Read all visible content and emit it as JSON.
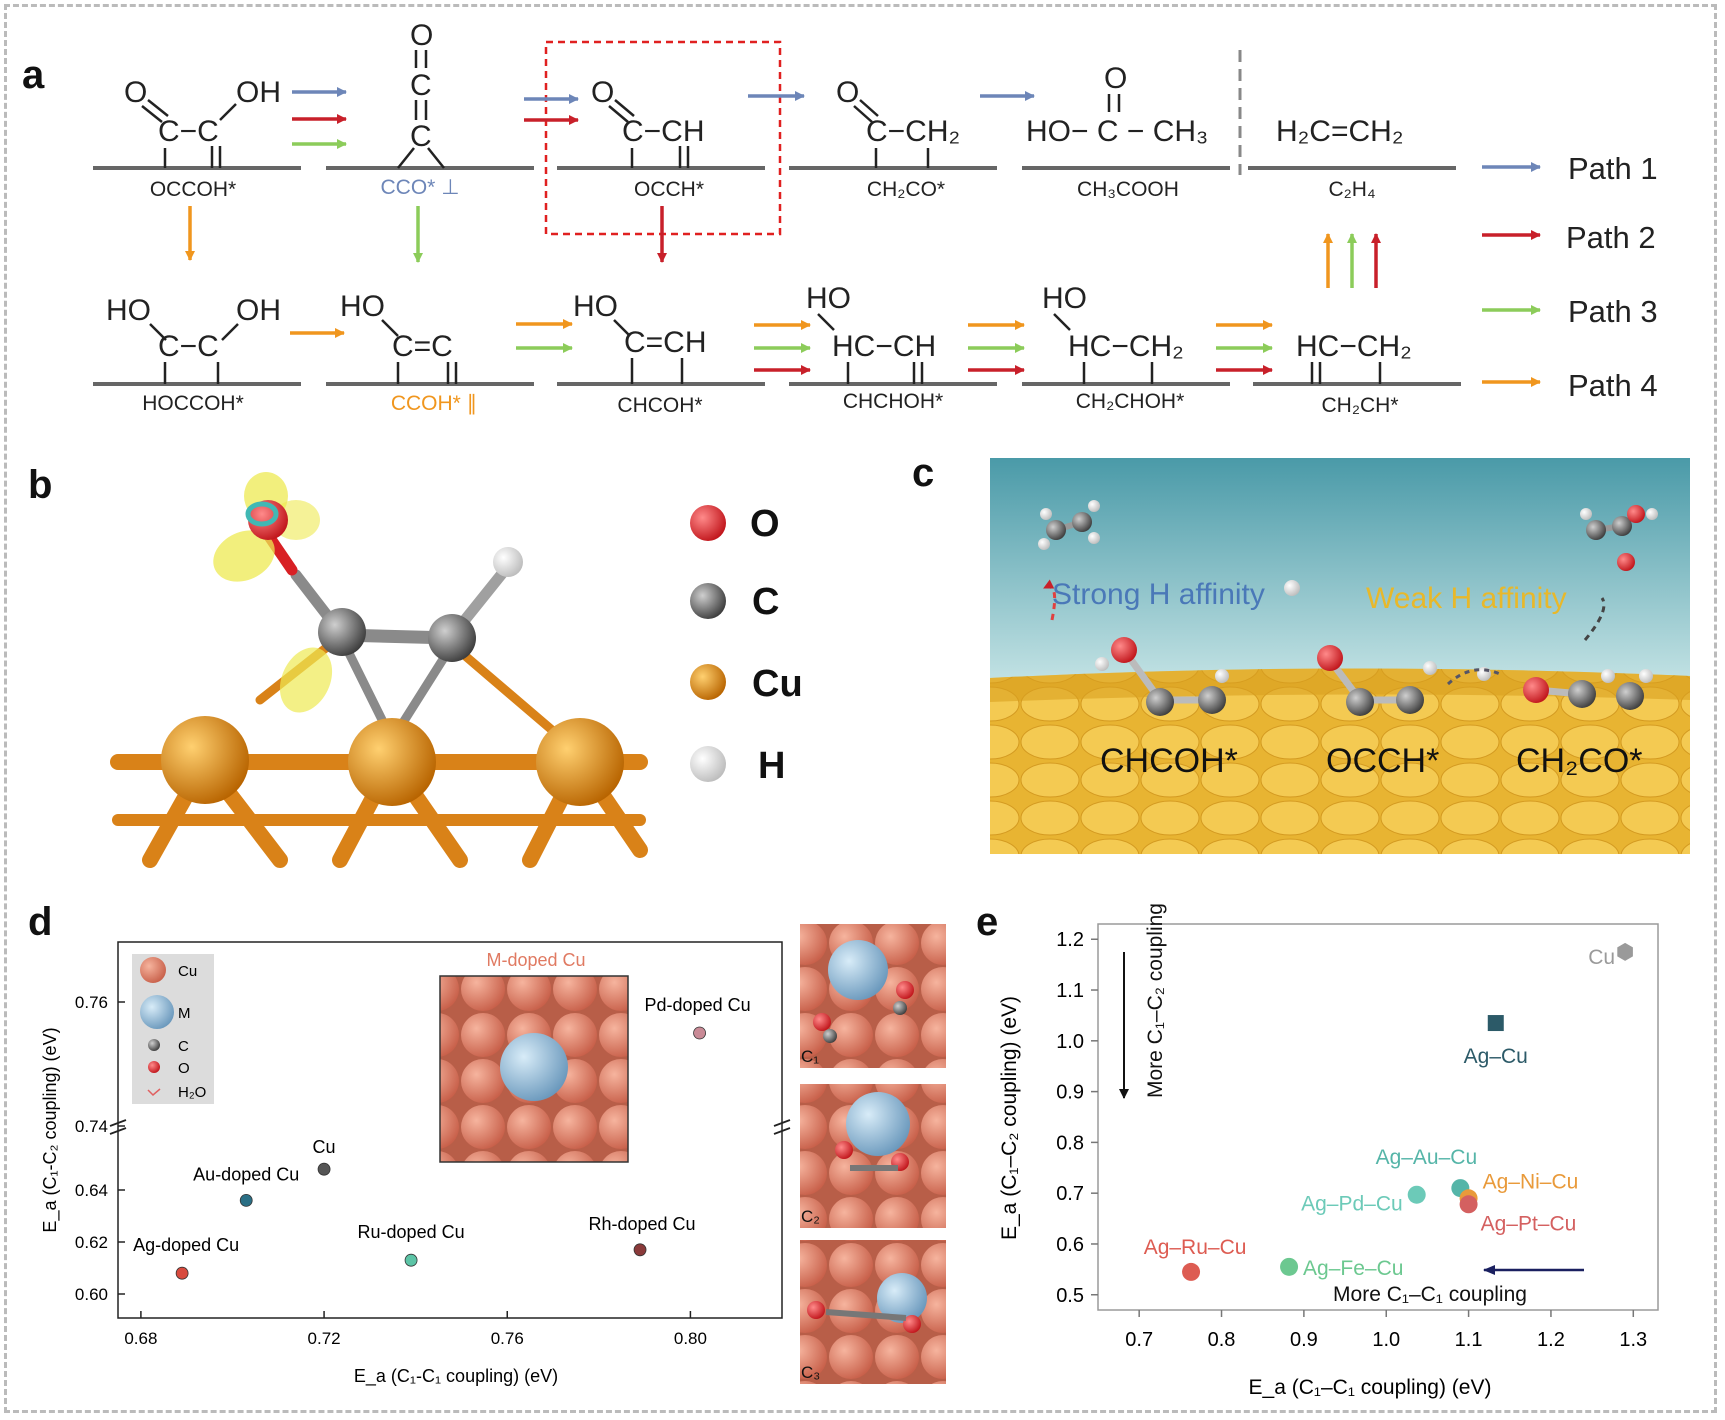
{
  "panel_labels": {
    "a": "a",
    "b": "b",
    "c": "c",
    "d": "d",
    "e": "e"
  },
  "colors": {
    "path1": "#6d86b8",
    "path2": "#c8202a",
    "path3": "#8ccc5a",
    "path4": "#f0961e",
    "cu_atom": "#e98a6c",
    "m_atom": "#8eb6d6",
    "cu_orange": "#e08a18",
    "teal": "#55b5a8"
  },
  "panel_a": {
    "top_row": [
      {
        "label": "OCCOH*"
      },
      {
        "label": "CCO* ⊥"
      },
      {
        "label": "OCCH*"
      },
      {
        "label": "CH₂CO*"
      },
      {
        "label": "CH₃COOH"
      },
      {
        "label": "C₂H₄"
      }
    ],
    "bottom_row": [
      {
        "label": "HOCCOH*"
      },
      {
        "label": "CCOH* ∥"
      },
      {
        "label": "CHCOH*"
      },
      {
        "label": "CHCHOH*"
      },
      {
        "label": "CH₂CHOH*"
      },
      {
        "label": "CH₂CH*"
      }
    ],
    "structure_text": {
      "s1_o": "O",
      "s1_oh": "OH",
      "s1_cc": "C−C",
      "s2_o": "O",
      "s2_c1": "C",
      "s2_c2": "C",
      "s3_o": "O",
      "s3_cch": "C−CH",
      "s4_o": "O",
      "s4_cch2": "C−CH₂",
      "s5_o": "O",
      "s5_main": "HO− C − CH₃",
      "s6_main": "H₂C=CH₂",
      "b1_ho": "HO",
      "b1_oh": "OH",
      "b1_cc": "C−C",
      "b2_ho": "HO",
      "b2_cc": "C=C",
      "b3_ho": "HO",
      "b3_c": "C=CH",
      "b4_ho": "HO",
      "b4_c": "HC−CH",
      "b5_ho": "HO",
      "b5_c": "HC−CH₂",
      "b6_c": "HC−CH₂"
    },
    "legend": [
      {
        "label": "Path 1",
        "color": "#6d86b8"
      },
      {
        "label": "Path 2",
        "color": "#c8202a"
      },
      {
        "label": "Path 3",
        "color": "#8ccc5a"
      },
      {
        "label": "Path 4",
        "color": "#f0961e"
      }
    ]
  },
  "panel_b": {
    "legend": [
      {
        "label": "O",
        "color": "#e0222a"
      },
      {
        "label": "C",
        "color": "#555555"
      },
      {
        "label": "Cu",
        "color": "#e08a18"
      },
      {
        "label": "H",
        "color": "#f2f2f2"
      }
    ]
  },
  "panel_c": {
    "strong": "Strong H affinity",
    "weak": "Weak H affinity",
    "species": [
      "CHCOH*",
      "OCCH*",
      "CH₂CO*"
    ]
  },
  "panel_d": {
    "inset_title": "M-doped Cu",
    "legend": [
      {
        "label": "Cu"
      },
      {
        "label": "M"
      },
      {
        "label": "C"
      },
      {
        "label": "O"
      },
      {
        "label": "H₂O"
      }
    ],
    "side_labels": [
      "C₁",
      "C₂",
      "C₃"
    ],
    "xlabel": "E_a (C₁-C₁ coupling) (eV)",
    "ylabel": "E_a (C₁-C₂ coupling) (eV)"
  },
  "panel_e": {
    "annot_vertical": "More C₁–C₂ coupling",
    "annot_horizontal": "More C₁–C₁ coupling"
  },
  "chart_data": [
    {
      "type": "scatter",
      "xlabel": "E_a (C₁-C₁ coupling) (eV)",
      "ylabel": "E_a (C₁-C₂ coupling) (eV)",
      "xlim": [
        0.675,
        0.82
      ],
      "x_ticks": [
        0.68,
        0.72,
        0.76,
        0.8
      ],
      "y_ticks_lower": [
        0.6,
        0.62,
        0.64
      ],
      "y_ticks_upper": [
        0.74,
        0.76
      ],
      "broken_y_axis": true,
      "points": [
        {
          "name": "Ag-doped Cu",
          "x": 0.689,
          "y": 0.608,
          "color": "#d84a3e"
        },
        {
          "name": "Au-doped Cu",
          "x": 0.703,
          "y": 0.636,
          "color": "#2a6f85"
        },
        {
          "name": "Cu",
          "x": 0.72,
          "y": 0.648,
          "color": "#555555"
        },
        {
          "name": "Ru-doped Cu",
          "x": 0.739,
          "y": 0.613,
          "color": "#5cc4a6"
        },
        {
          "name": "Rh-doped Cu",
          "x": 0.789,
          "y": 0.617,
          "color": "#8a3a3a"
        },
        {
          "name": "Pd-doped Cu",
          "x": 0.802,
          "y": 0.755,
          "color": "#c98a96"
        }
      ]
    },
    {
      "type": "scatter",
      "xlabel": "E_a (C₁–C₁ coupling) (eV)",
      "ylabel": "E_a (C₁–C₂ coupling) (eV)",
      "xlim": [
        0.65,
        1.33
      ],
      "ylim": [
        0.47,
        1.23
      ],
      "x_ticks": [
        0.7,
        0.8,
        0.9,
        1.0,
        1.1,
        1.2,
        1.3
      ],
      "y_ticks": [
        0.5,
        0.6,
        0.7,
        0.8,
        0.9,
        1.0,
        1.1,
        1.2
      ],
      "points": [
        {
          "name": "Cu",
          "x": 1.29,
          "y": 1.175,
          "color": "#9a9a9a",
          "marker": "hexagon"
        },
        {
          "name": "Ag–Cu",
          "x": 1.133,
          "y": 1.035,
          "color": "#2c5a68",
          "marker": "square"
        },
        {
          "name": "Ag–Au–Cu",
          "x": 1.09,
          "y": 0.71,
          "color": "#55b5a8",
          "marker": "circle"
        },
        {
          "name": "Ag–Ni–Cu",
          "x": 1.1,
          "y": 0.69,
          "color": "#e99a3a",
          "marker": "circle"
        },
        {
          "name": "Ag–Pt–Cu",
          "x": 1.1,
          "y": 0.69,
          "color": "#d46060",
          "marker": "circle"
        },
        {
          "name": "Ag–Pd–Cu",
          "x": 1.037,
          "y": 0.697,
          "color": "#6ccab8",
          "marker": "circle"
        },
        {
          "name": "Ag–Ru–Cu",
          "x": 0.763,
          "y": 0.545,
          "color": "#dd5c52",
          "marker": "circle"
        },
        {
          "name": "Ag–Fe–Cu",
          "x": 0.882,
          "y": 0.555,
          "color": "#6cc890",
          "marker": "circle"
        }
      ]
    }
  ]
}
